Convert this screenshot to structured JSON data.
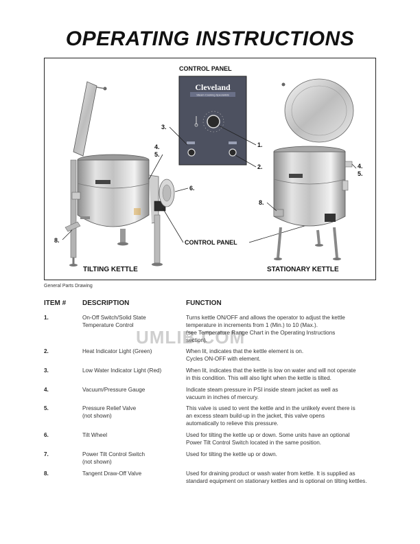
{
  "title": "OPERATING INSTRUCTIONS",
  "figure": {
    "control_panel_top": "CONTROL PANEL",
    "control_panel_bottom": "CONTROL PANEL",
    "brand": "Cleveland",
    "brand_tagline": "Steam Cooking Specialists",
    "label_tilting": "TILTING KETTLE",
    "label_stationary": "STATIONARY KETTLE",
    "callouts": {
      "c1": "1.",
      "c2": "2.",
      "c3": "3.",
      "c4_left": "4.",
      "c5_left": "5.",
      "c6": "6.",
      "c8_left": "8.",
      "c4_right": "4.",
      "c5_right": "5.",
      "c8_right": "8."
    }
  },
  "caption": "General Parts Drawing",
  "watermark": "UMLIB.COM",
  "table": {
    "headers": {
      "item": "ITEM #",
      "description": "DESCRIPTION",
      "function": "FUNCTION"
    },
    "rows": [
      {
        "num": "1.",
        "desc": [
          "On-Off Switch/Solid State",
          "Temperature Control"
        ],
        "func": [
          "Turns kettle ON/OFF and allows the operator to adjust the kettle",
          "temperature in increments from 1 (Min.) to 10 (Max.).",
          "(see Temperature Range Chart in the Operating Instructions",
          "section)."
        ]
      },
      {
        "num": "2.",
        "desc": [
          "Heat Indicator Light (Green)"
        ],
        "func": [
          "When lit, indicates that the kettle element is on.",
          "Cycles ON-OFF with element."
        ]
      },
      {
        "num": "3.",
        "desc": [
          "Low Water Indicator Light (Red)"
        ],
        "func": [
          "When lit, indicates that the kettle is low on water and will not operate",
          "in this condition. This will also light when the kettle is tilted."
        ]
      },
      {
        "num": "4.",
        "desc": [
          "Vacuum/Pressure Gauge"
        ],
        "func": [
          "Indicate steam pressure in PSI inside steam jacket as well as",
          "vacuum in inches of mercury."
        ]
      },
      {
        "num": "5.",
        "desc": [
          "Pressure Relief Valve",
          "(not shown)"
        ],
        "func": [
          "This valve is used to vent the kettle and in the unlikely event there is",
          "an excess steam build-up in the jacket, this valve opens",
          "automatically to relieve this pressure."
        ]
      },
      {
        "num": "6.",
        "desc": [
          "Tilt Wheel"
        ],
        "func": [
          "Used for tilting the kettle up or down. Some units have an optional",
          "Power Tilt Control Switch located in the same position."
        ]
      },
      {
        "num": "7.",
        "desc": [
          "Power Tilt Control Switch",
          "(not shown)"
        ],
        "func": [
          "Used for tilting the kettle up or down."
        ]
      },
      {
        "num": "8.",
        "desc": [
          "Tangent Draw-Off Valve"
        ],
        "func": [
          "Used for draining product or wash water from kettle. It is supplied as",
          "standard equipment on stationary kettles and is optional on tilting kettles."
        ]
      }
    ]
  }
}
